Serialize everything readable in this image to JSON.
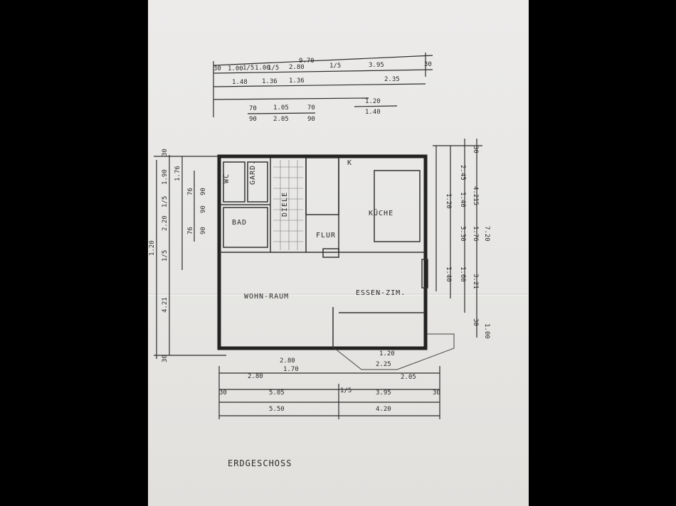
{
  "plan": {
    "title": "ERDGESCHOSS",
    "rooms": {
      "wc": "WC",
      "gard": "GARD.",
      "bad": "BAD",
      "diele": "DIELE",
      "flur": "FLUR",
      "kueche": "KÜCHE",
      "wohnraum": "WOHN-RAUM",
      "essen": "ESSEN-ZIM.",
      "k": "K"
    },
    "dims_top": {
      "overall": "9.70",
      "r1": [
        "30",
        "1.00",
        "1/5",
        "1.00",
        "1/5",
        "2.80",
        "1/5",
        "3.95",
        "30"
      ],
      "r2": [
        "1.48",
        "1.36",
        "1.36",
        "2.35"
      ],
      "r3": [
        "70",
        "1.05",
        "70",
        "1.20"
      ],
      "r4": [
        "90",
        "2.05",
        "90",
        "1.40"
      ]
    },
    "dims_bottom": {
      "r1": [
        "2.80",
        "1.20"
      ],
      "r2": [
        "2.80",
        "1.70",
        "2.25",
        "2.05"
      ],
      "r3": [
        "30",
        "5.05",
        "1/5",
        "3.95",
        "30"
      ],
      "r4": [
        "5.50",
        "4.20"
      ]
    },
    "dims_left": [
      "30",
      "1.90",
      "1.76",
      "1/5",
      "2.20",
      "1/5",
      "1.20",
      "4.21",
      "30",
      "76",
      "90",
      "90",
      "76",
      "90"
    ],
    "dims_right": [
      "30",
      "2.45",
      "4.215",
      "1.20",
      "1.40",
      "3.30",
      "1.76",
      "7.20",
      "1.40",
      "1.60",
      "3.21",
      "1.00",
      "30"
    ]
  }
}
